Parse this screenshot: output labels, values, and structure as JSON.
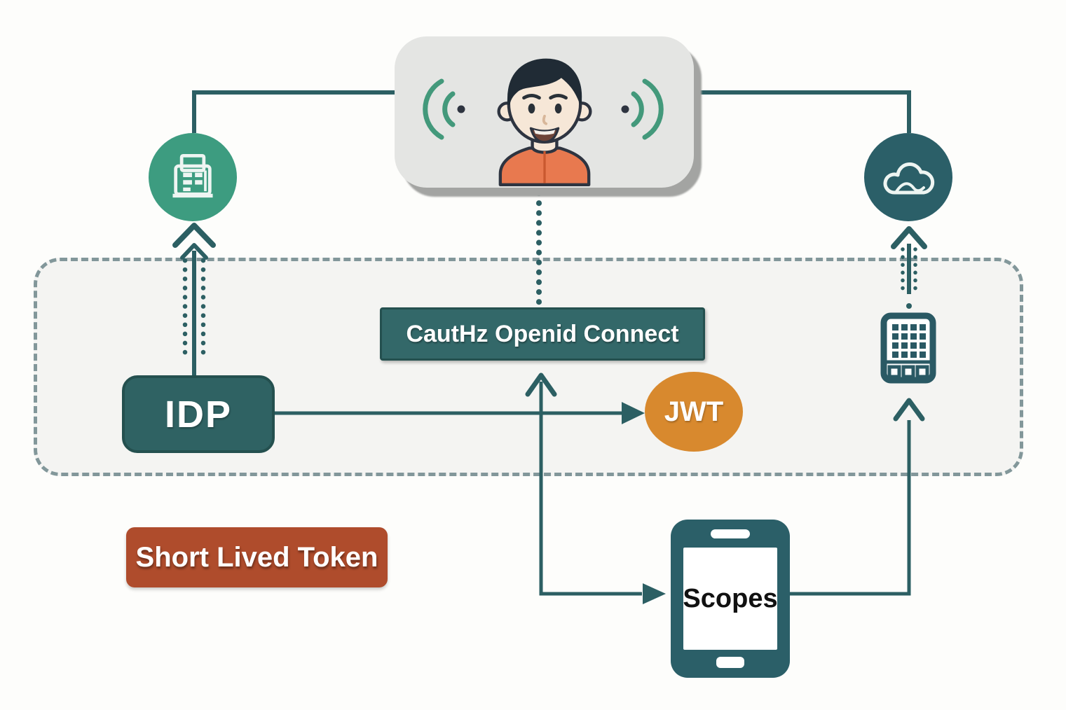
{
  "palette": {
    "bg": "#fdfdfb",
    "container_bg": "#f4f4f2",
    "dash": "#82979a",
    "line": "#2c5f63",
    "teal_fill": "#336869",
    "green": "#3d9c80",
    "navy_teal": "#2b5f68",
    "orange": "#d8892e",
    "rust": "#af4c2c",
    "card_grey": "#e4e5e3",
    "signal_green": "#43997b",
    "shirt_orange": "#e8794f"
  },
  "nodes": {
    "oauth_banner": {
      "label": "CautHz Openid Connect"
    },
    "idp": {
      "label": "IDP"
    },
    "jwt": {
      "label": "JWT"
    },
    "short_lived_token": {
      "label": "Short Lived Token"
    },
    "scopes_phone": {
      "label": "Scopes"
    }
  },
  "icons": {
    "user_card": "user-avatar",
    "user_card_left": "signal-waves-left",
    "user_card_right": "signal-waves-right",
    "circle_left": "fax-machine",
    "circle_right": "cloud",
    "resource": "office-building",
    "scopes": "smartphone"
  }
}
